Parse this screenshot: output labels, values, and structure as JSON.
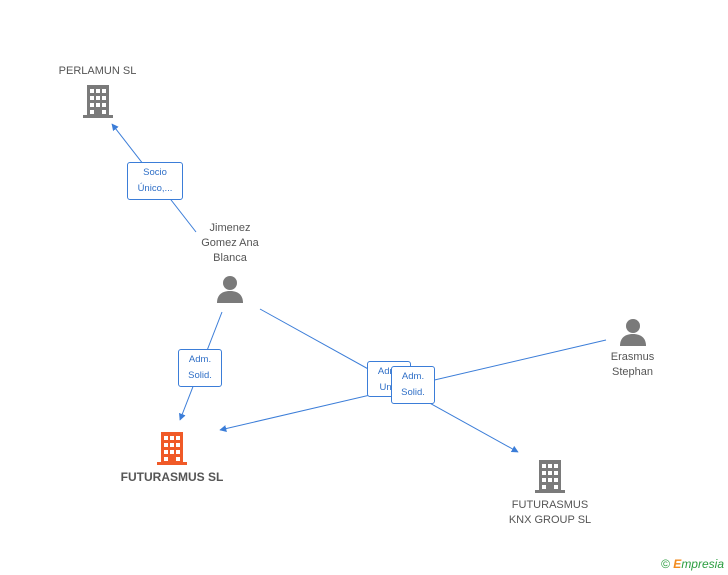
{
  "nodes": {
    "perlamun": {
      "label": "PERLAMUN SL"
    },
    "jimenez": {
      "label_lines": [
        "Jimenez",
        "Gomez Ana",
        "Blanca"
      ]
    },
    "futurasmus": {
      "label": "FUTURASMUS SL"
    },
    "erasmus": {
      "label_lines": [
        "Erasmus",
        "Stephan"
      ]
    },
    "knx": {
      "label_lines": [
        "FUTURASMUS",
        "KNX GROUP SL"
      ]
    }
  },
  "edge_labels": {
    "socio": [
      "Socio",
      "Único,..."
    ],
    "adm_left": [
      "Adm.",
      "Solid."
    ],
    "adm_mid_back": [
      "Adm.",
      "Unic"
    ],
    "adm_mid_front": [
      "Adm.",
      "Solid."
    ]
  },
  "watermark": {
    "copyright": "©",
    "brand_initial": "E",
    "brand_rest": "mpresia"
  },
  "colors": {
    "edge": "#3b7dd8",
    "entity": "#7a7a7a",
    "main_entity": "#f05a28",
    "person": "#7a7a7a"
  }
}
